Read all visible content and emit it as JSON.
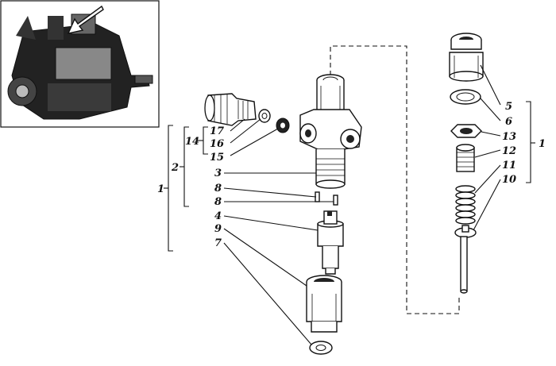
{
  "callouts": {
    "c17": "17",
    "c16": "16",
    "c15": "15",
    "c14": "14",
    "c3": "3",
    "c8a": "8",
    "c8b": "8",
    "c4": "4",
    "c9": "9",
    "c7": "7",
    "c2": "2",
    "c1_left": "1",
    "c5": "5",
    "c6": "6",
    "c13": "13",
    "c12": "12",
    "c11": "11",
    "c10": "10",
    "c1_right": "1"
  }
}
